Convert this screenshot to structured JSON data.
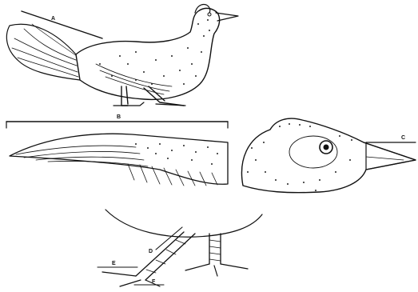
{
  "figure": {
    "labels": {
      "a": "A",
      "b": "B",
      "c": "C",
      "d": "D",
      "e": "E",
      "f": "F"
    },
    "colors": {
      "ink": "#111111",
      "background": "#ffffff"
    }
  }
}
